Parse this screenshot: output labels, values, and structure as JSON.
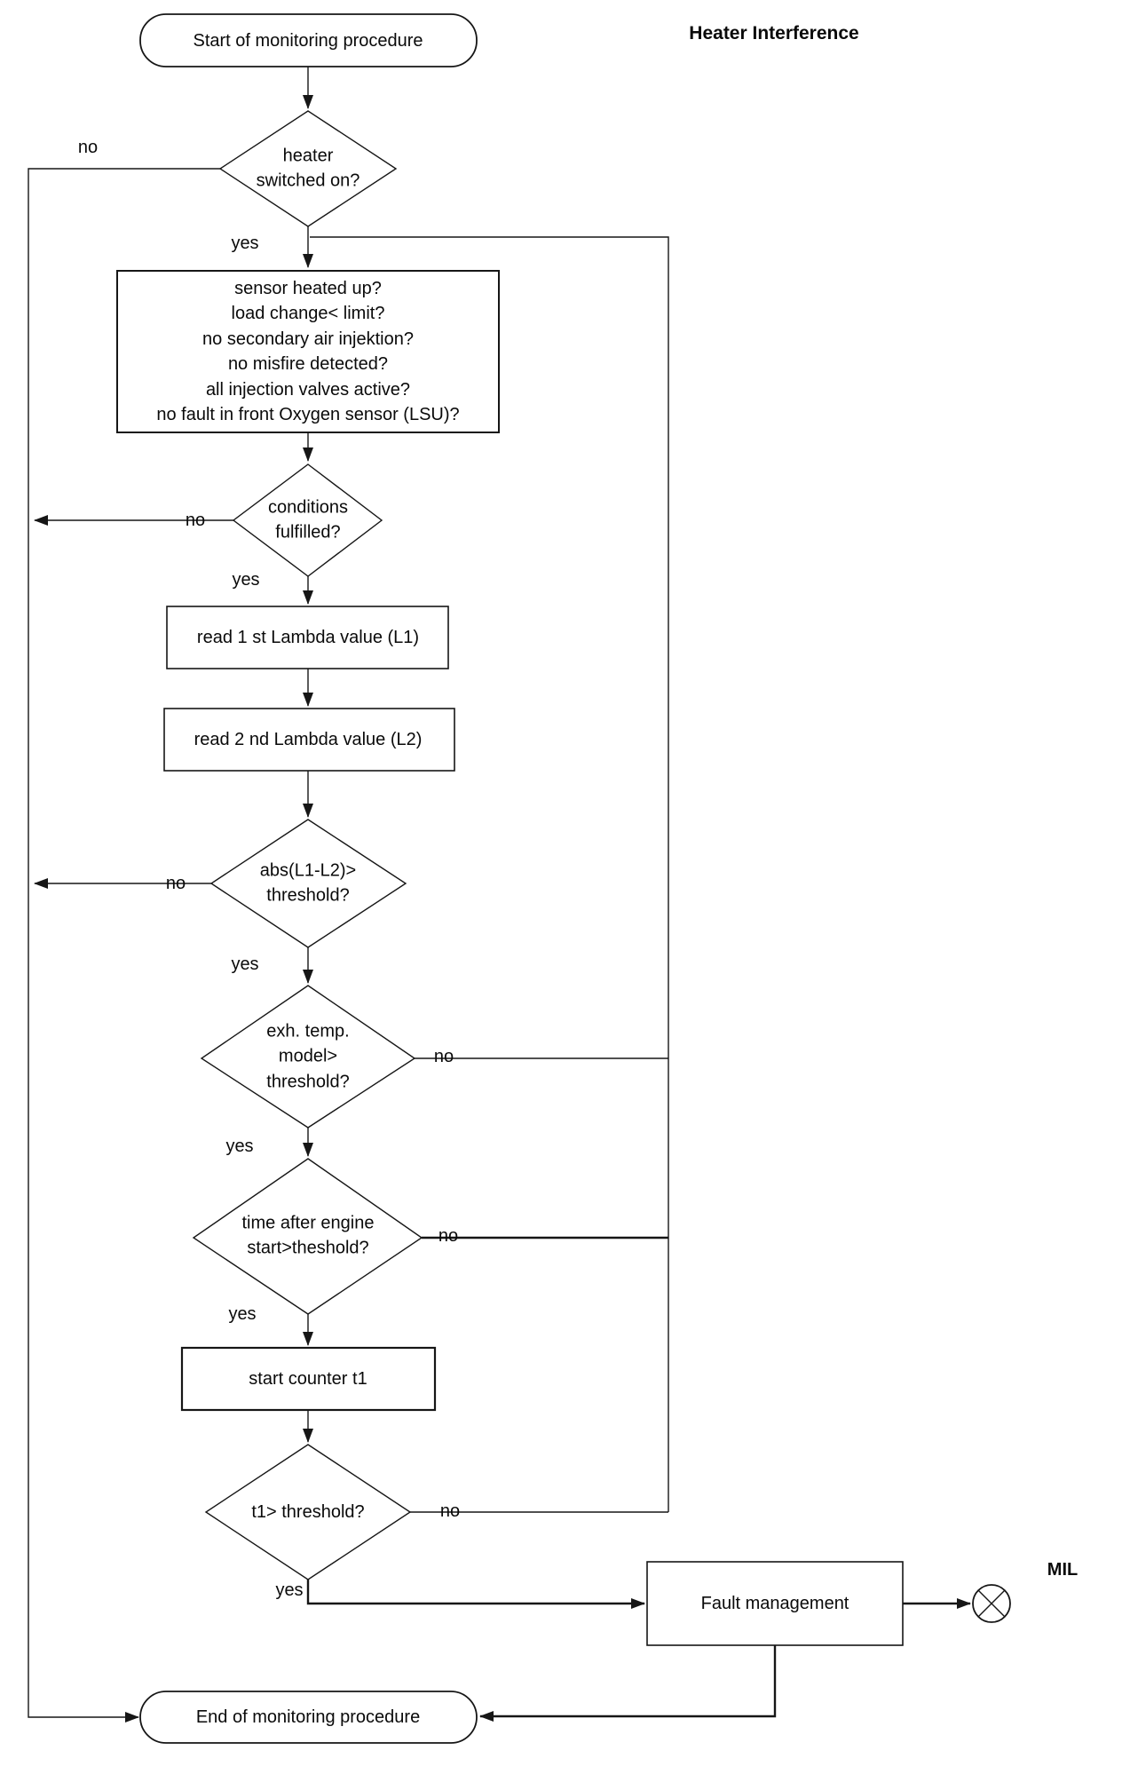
{
  "title": "Heater Interference",
  "labels": {
    "yes": "yes",
    "no": "no"
  },
  "nodes": {
    "start": "Start of monitoring procedure",
    "heater": "heater\nswitched on?",
    "preconditions": "sensor heated up?\nload change< limit?\nno secondary air injektion?\nno misfire detected?\nall injection valves active?\nno fault in front Oxygen sensor (LSU)?",
    "conditions": "conditions\nfulfilled?",
    "read_l1": "read 1 st Lambda value (L1)",
    "read_l2": "read 2 nd Lambda value (L2)",
    "abs_diff": "abs(L1-L2)>\nthreshold?",
    "exh_temp": "exh. temp.\nmodel>\nthreshold?",
    "time_after_start": "time after engine\nstart>theshold?",
    "start_counter": "start counter t1",
    "t1_threshold": "t1> threshold?",
    "fault": "Fault management",
    "end": "End of monitoring procedure",
    "mil": "MIL"
  }
}
